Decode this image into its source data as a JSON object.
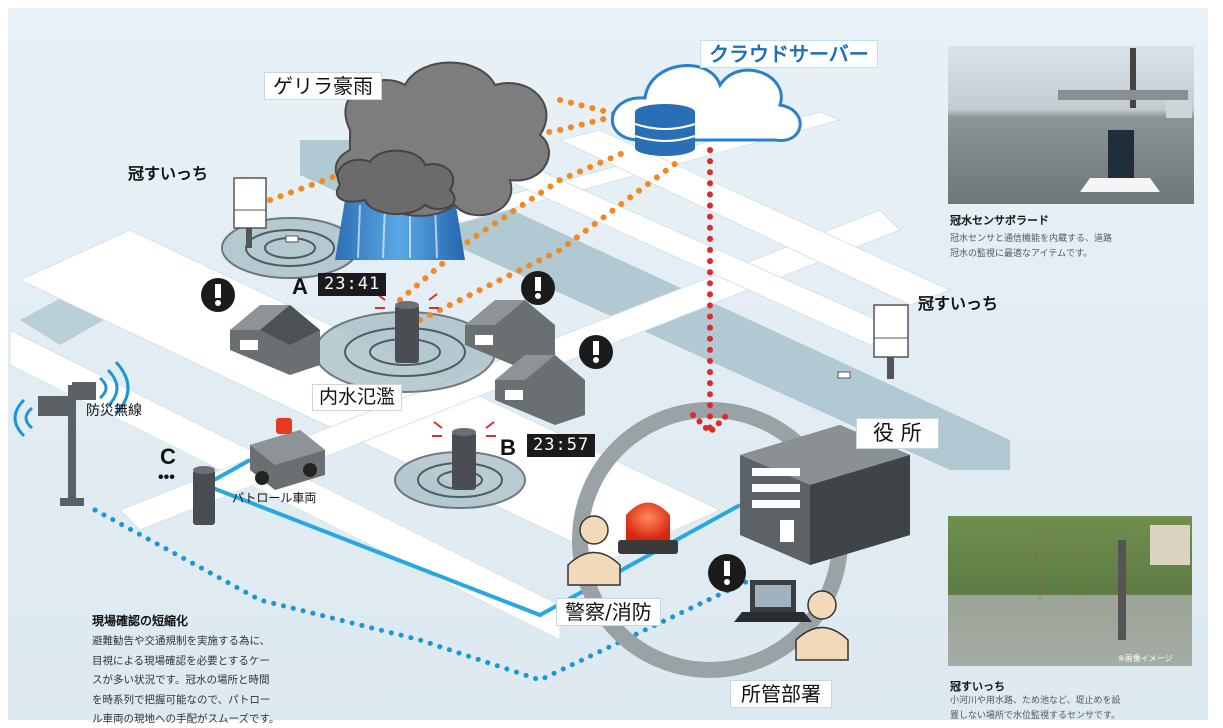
{
  "labels": {
    "guerrilla_rain": "ゲリラ豪雨",
    "cloud_server": "クラウドサーバー",
    "kansui_left": "冠すいっち",
    "kansui_right": "冠すいっち",
    "bousai": "防災無線",
    "naisui": "内水氾濫",
    "patrol": "パトロール車両",
    "yakusho": "役 所",
    "keisatsu": "警察/消防",
    "shokan": "所管部署"
  },
  "markers": {
    "a": "A",
    "b": "B",
    "c": "C",
    "c_dots": "•••"
  },
  "clocks": {
    "a": "23:41",
    "b": "23:57"
  },
  "note": {
    "title": "現場確認の短縮化",
    "lines": [
      "避難勧告や交通規制を実施する為に、",
      "目視による現場確認を必要とするケー",
      "スが多い状況です。冠水の場所と時間",
      "を時系列で把握可能なので、パトロー",
      "ル車両の現地への手配がスムーズです。"
    ]
  },
  "photos": [
    {
      "title": "冠水センサボラード",
      "desc": [
        "冠水センサと通信機能を内蔵する、道路",
        "冠水の監視に最適なアイテムです。"
      ]
    },
    {
      "title": "冠すいっち",
      "desc": [
        "小河川や用水路、ため池など、堤止めを設",
        "置しない場所で水位監視するセンサです。"
      ],
      "overlay": "※画像イメージ"
    }
  ],
  "colors": {
    "sky": "#e3eef4",
    "road": "#ffffff",
    "river": "#a7c2cc",
    "orange_dots": "#f08a24",
    "red_dots": "#e02a2a",
    "blue_dots": "#1c96d6",
    "patrol_line": "#29a8e0",
    "cloud_outline": "#2a7fd0",
    "alarm": "#e8381d"
  },
  "icons": [
    "cloud-icon",
    "database-icon",
    "rain-cloud-icon",
    "flood-sensor-icon",
    "water-level-switch-icon",
    "house-icon",
    "alert-icon",
    "speaker-tower-icon",
    "patrol-car-icon",
    "beacon-icon",
    "person-icon",
    "laptop-icon",
    "building-icon"
  ]
}
